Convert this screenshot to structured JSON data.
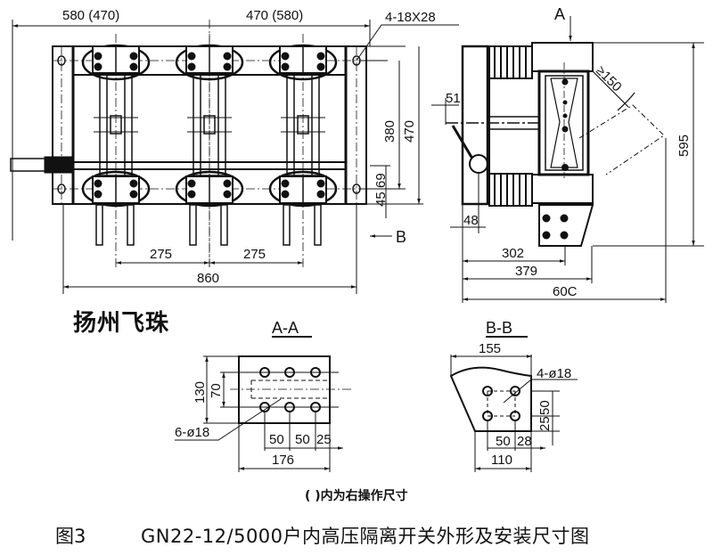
{
  "front_view": {
    "dims": {
      "left_span": "580 (470)",
      "right_span": "470 (580)",
      "slot_holes": "4-18X28",
      "height_380": "380",
      "height_470": "470",
      "d69": "69",
      "d45": "45",
      "pitch1": "275",
      "pitch2": "275",
      "width_total": "860"
    },
    "section_mark_b": "B"
  },
  "side_view": {
    "section_mark_a": "A",
    "dims": {
      "d150": "≥150",
      "d51": "51",
      "d48": "48",
      "d595": "595",
      "d302": "302",
      "d379": "379",
      "d600": "60C"
    }
  },
  "section_aa": {
    "title": "A-A",
    "dims": {
      "h130": "130",
      "h70": "70",
      "holes": "6-ø18",
      "p50a": "50",
      "p50b": "50",
      "p25": "25",
      "w176": "176"
    }
  },
  "section_bb": {
    "title": "B-B",
    "dims": {
      "w155": "155",
      "holes": "4-ø18",
      "v50": "50",
      "v25": "25",
      "h50": "50",
      "h28": "28",
      "w110": "110"
    }
  },
  "brand": "扬州飞珠",
  "note": "(     )内为右操作尺寸",
  "caption": {
    "figure": "图3",
    "title": "GN22-12/5000户内高压隔离开关外形及安装尺寸图"
  }
}
